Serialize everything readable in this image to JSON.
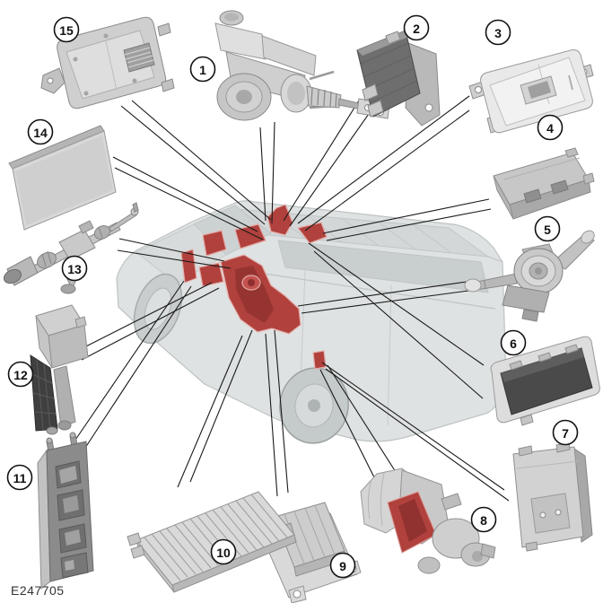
{
  "figure": {
    "type": "vehicle-component-location-diagram",
    "reference_code": "E247705"
  },
  "colors": {
    "background": "#ffffff",
    "highlight": "#b0413d",
    "highlight_dark": "#8c2f2e",
    "highlight_edge": "#e4aca8",
    "ghost_body": "#dfe2e2",
    "leader_line": "#1a1a1a",
    "callout_fill": "#ffffff",
    "callout_stroke": "#111111"
  },
  "callouts": [
    {
      "number": "1",
      "component": "brake-activation-module"
    },
    {
      "number": "2",
      "component": "control-module-with-bracket"
    },
    {
      "number": "3",
      "component": "flat-control-module"
    },
    {
      "number": "4",
      "component": "gateway-control-module"
    },
    {
      "number": "5",
      "component": "steering-column-switch-assembly"
    },
    {
      "number": "6",
      "component": "instrument-cluster"
    },
    {
      "number": "7",
      "component": "vertical-control-module"
    },
    {
      "number": "8",
      "component": "transfer-case-assembly"
    },
    {
      "number": "9",
      "component": "ribbed-control-module"
    },
    {
      "number": "10",
      "component": "finned-amplifier-module"
    },
    {
      "number": "11",
      "component": "body-control-module"
    },
    {
      "number": "12",
      "component": "bracket-mounted-module"
    },
    {
      "number": "13",
      "component": "steering-gear"
    },
    {
      "number": "14",
      "component": "display-panel"
    },
    {
      "number": "15",
      "component": "vented-control-module"
    }
  ]
}
